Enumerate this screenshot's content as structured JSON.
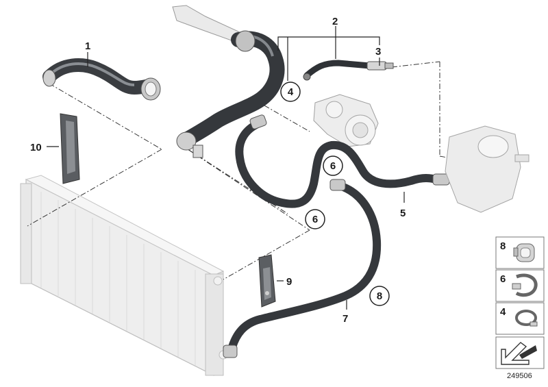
{
  "callouts": {
    "c1": "1",
    "c2": "2",
    "c3": "3",
    "c5": "5",
    "c7": "7",
    "c9": "9",
    "c10": "10"
  },
  "circled": {
    "a4": "4",
    "b6": "6",
    "c6": "6",
    "d8": "8"
  },
  "legend": {
    "items": [
      {
        "num": "8",
        "icon": "hose-clamp-spring-icon"
      },
      {
        "num": "6",
        "icon": "hose-clip-icon"
      },
      {
        "num": "4",
        "icon": "band-clamp-icon"
      }
    ],
    "arrow_icon": "assembly-arrow-icon"
  },
  "document_number": "249506"
}
